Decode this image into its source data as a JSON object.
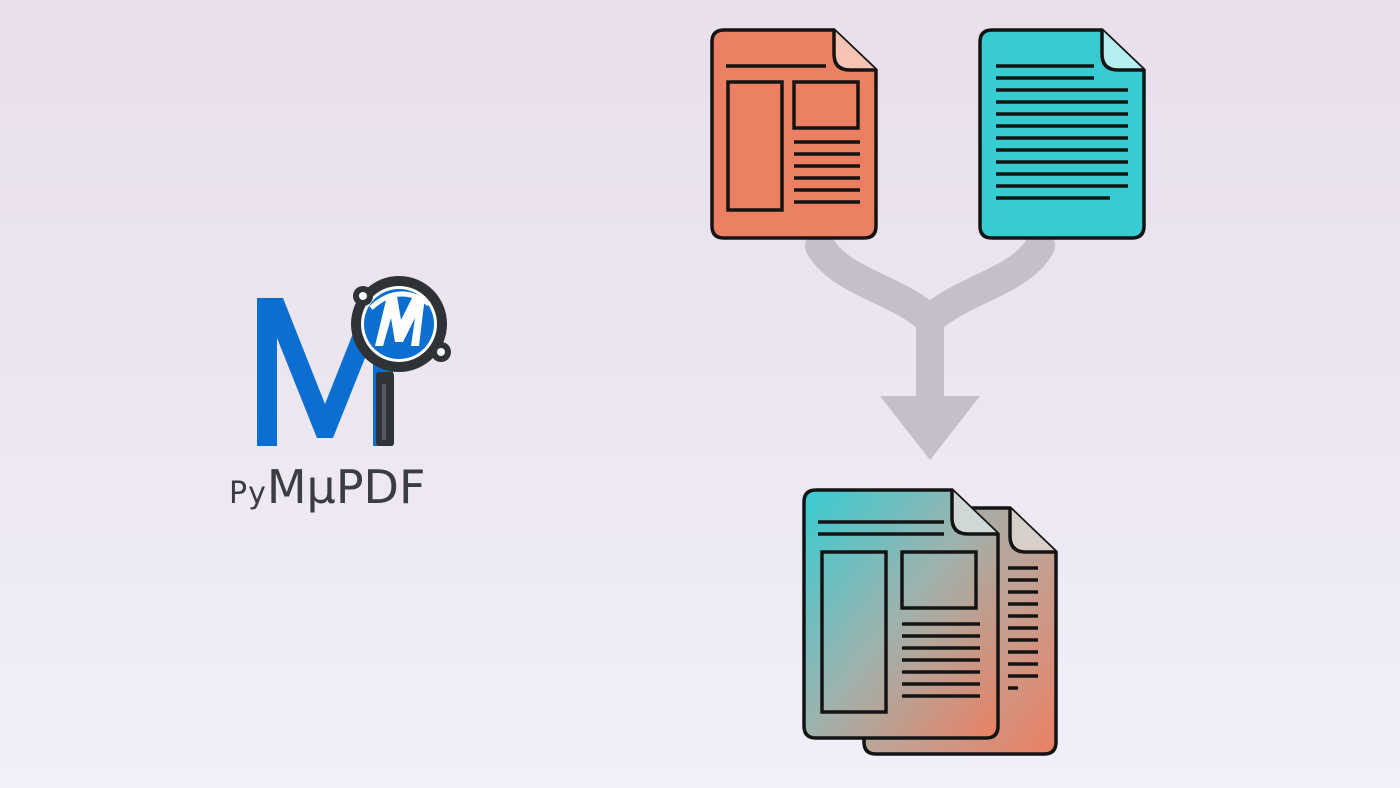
{
  "logo": {
    "prefix": "Py",
    "name": "MμPDF",
    "mark_letter": "M",
    "colors": {
      "blue": "#0a6fd1",
      "dark": "#2f3338",
      "text": "#3b3d42"
    }
  },
  "documents": {
    "source_a": {
      "icon": "document-layout-icon",
      "color": "#eb8063"
    },
    "source_b": {
      "icon": "document-text-icon",
      "color": "#37ccd2"
    },
    "merged": {
      "icon": "merged-documents-icon",
      "colors": [
        "#37ccd2",
        "#eb8063"
      ]
    }
  },
  "arrow": {
    "icon": "merge-arrow-icon",
    "color": "#c4bfcb"
  },
  "colors": {
    "background_top": "#e9dfec",
    "background_bottom": "#f1f0fa",
    "outline": "#141414"
  }
}
